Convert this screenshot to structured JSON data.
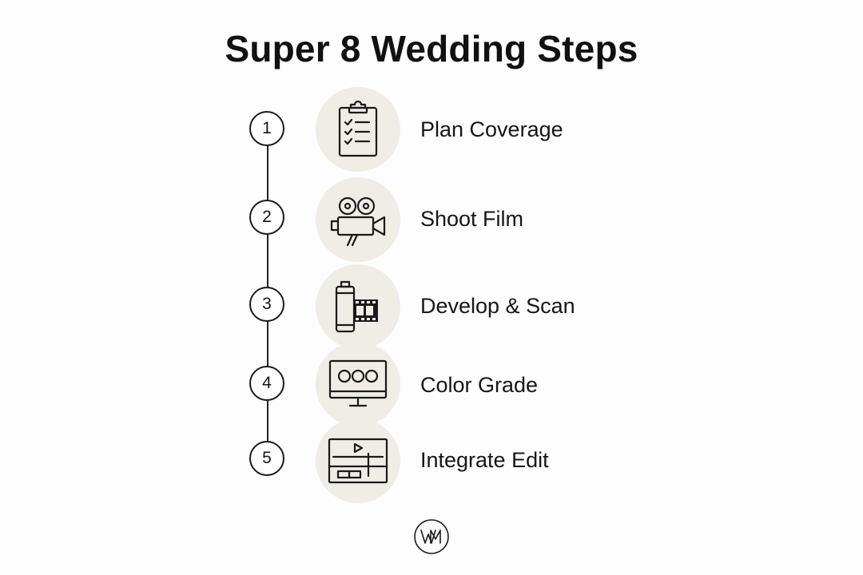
{
  "title": "Super 8 Wedding Steps",
  "steps": [
    {
      "number": "1",
      "label": "Plan Coverage",
      "icon": "clipboard-checklist-icon"
    },
    {
      "number": "2",
      "label": "Shoot Film",
      "icon": "film-camera-icon"
    },
    {
      "number": "3",
      "label": "Develop & Scan",
      "icon": "film-canister-icon"
    },
    {
      "number": "4",
      "label": "Color Grade",
      "icon": "monitor-icon"
    },
    {
      "number": "5",
      "label": "Integrate Edit",
      "icon": "video-editor-icon"
    }
  ],
  "logo": {
    "icon": "wm-logo-icon",
    "text": "WM"
  },
  "colors": {
    "background": "#fdfdfd",
    "text": "#141414",
    "icon_background": "#f0ece6",
    "stroke": "#1a1a1a"
  }
}
